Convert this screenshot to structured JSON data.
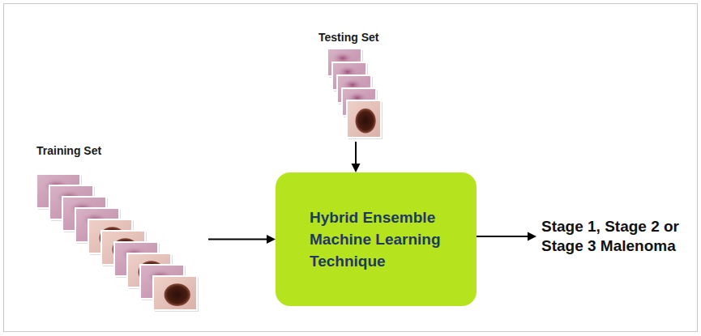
{
  "diagram": {
    "nodes": [
      {
        "text": [
          "Testing Set"
        ]
      },
      {
        "text": [
          "Training Set"
        ]
      },
      {
        "text": [
          "Hybrid Ensemble Machine Learning Technique"
        ]
      },
      {
        "text": [
          "Stage 1, Stage 2 or Stage 3 Malenoma"
        ]
      }
    ],
    "edges": [
      {
        "from": 0,
        "to": 2,
        "arrow": "to"
      },
      {
        "from": 1,
        "to": 2,
        "arrow": "to"
      },
      {
        "from": 2,
        "to": 3,
        "arrow": "to"
      }
    ]
  }
}
